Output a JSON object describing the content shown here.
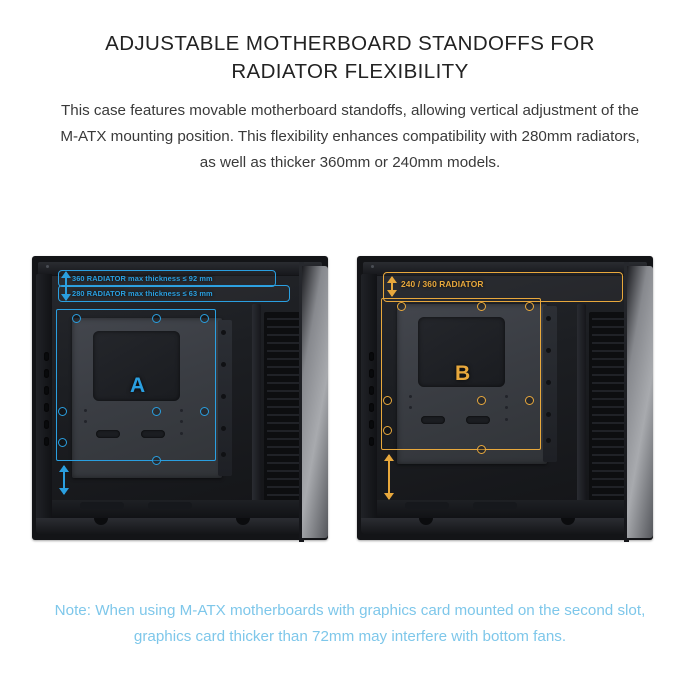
{
  "header": {
    "title": "ADJUSTABLE MOTHERBOARD STANDOFFS FOR RADIATOR FLEXIBILITY",
    "description": "This case features movable motherboard standoffs, allowing vertical adjustment of the M-ATX mounting position. This flexibility enhances compatibility with 280mm radiators, as well as thicker 360mm or 240mm models."
  },
  "colors": {
    "accent_blue": "#2a9fe0",
    "accent_orange": "#e8a83c",
    "note_blue": "#7ec7ea",
    "page_background": "#ffffff",
    "title_color": "#222222"
  },
  "panels": [
    {
      "id": "panel-a",
      "marker": "A",
      "accent": "#2a9fe0",
      "radiator_labels": [
        "360 RADIATOR max thickness ≤ 92 mm",
        "280 RADIATOR max thickness ≤ 63 mm"
      ],
      "arrow_icons": [
        "arrow-up-icon",
        "arrow-down-icon",
        "arrow-double-vertical-icon"
      ]
    },
    {
      "id": "panel-b",
      "marker": "B",
      "accent": "#e8a83c",
      "radiator_labels": [
        "240 / 360 RADIATOR"
      ],
      "arrow_icons": [
        "arrow-double-vertical-icon",
        "arrow-double-vertical-icon"
      ]
    }
  ],
  "note": {
    "text": "Note: When using M-ATX motherboards with graphics card mounted on the second slot, graphics card thicker than 72mm may interfere with bottom fans."
  }
}
